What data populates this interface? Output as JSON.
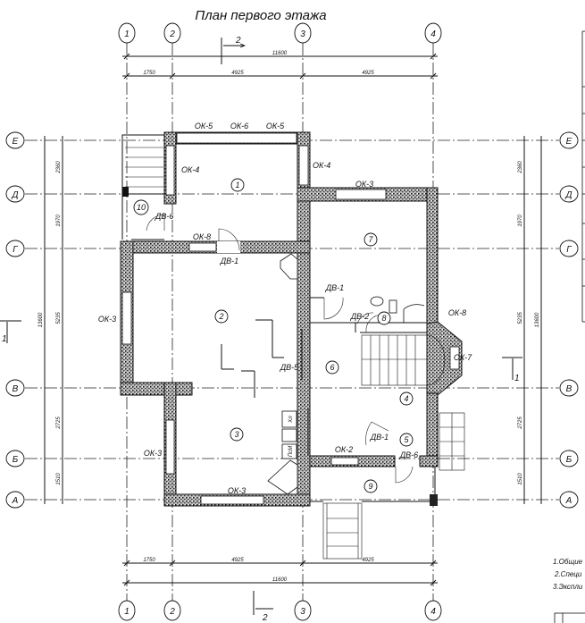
{
  "title": "План первого этажа",
  "axes": {
    "vertical": [
      "1",
      "2",
      "3",
      "4"
    ],
    "horizontal": [
      "Е",
      "Д",
      "Г",
      "В",
      "Б",
      "А"
    ]
  },
  "dimensions": {
    "top_total": "11600",
    "top_segments": [
      "1750",
      "4925",
      "4925"
    ],
    "bottom_total": "11600",
    "bottom_segments": [
      "1750",
      "4925",
      "4925"
    ],
    "left_total": "13600",
    "left_segments": [
      "2360",
      "1970",
      "5235",
      "2725",
      "1510"
    ],
    "right_total": "13600",
    "right_segments": [
      "2360",
      "1970",
      "5235",
      "2725",
      "1510"
    ]
  },
  "sections": {
    "top": "2",
    "bottom": "2",
    "left": "1",
    "right": "1"
  },
  "rooms": [
    "1",
    "2",
    "3",
    "4",
    "5",
    "6",
    "7",
    "8",
    "9",
    "10"
  ],
  "labels": [
    "ОК-5",
    "ОК-6",
    "ОК-5",
    "ОК-4",
    "ОК-4",
    "ОК-3",
    "ДВ-6",
    "ОК-8",
    "ДВ-1",
    "ДВ-1",
    "ДВ-2",
    "ОК-8",
    "ОК-3",
    "ДВ-5",
    "ОК-7",
    "ОК-3",
    "ОК-2",
    "ДВ-1",
    "ДВ-6",
    "ОК-3",
    "Хл",
    "ПсМ"
  ],
  "notes": [
    "1.Общие",
    "2.Специ",
    "3.Экспли"
  ]
}
